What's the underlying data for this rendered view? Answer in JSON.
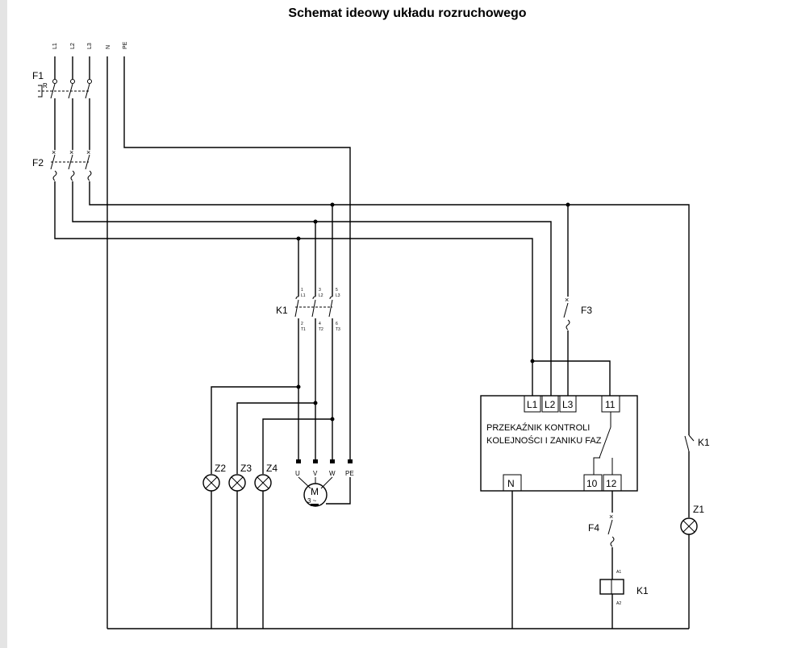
{
  "title": "Schemat ideowy układu rozruchowego",
  "supply_terminals": [
    "L1",
    "L2",
    "L3",
    "N",
    "PE"
  ],
  "components": {
    "F1": "F1",
    "F2": "F2",
    "F3": "F3",
    "F4": "F4",
    "K1_main": "K1",
    "K1_aux": "K1",
    "K1_coil": "K1",
    "Z1": "Z1",
    "Z2": "Z2",
    "Z3": "Z3",
    "Z4": "Z4"
  },
  "contactor_pins": {
    "top": [
      "1",
      "3",
      "5"
    ],
    "top_sub": [
      "L1",
      "L2",
      "L3"
    ],
    "bottom": [
      "2",
      "4",
      "6"
    ],
    "bottom_sub": [
      "T1",
      "T2",
      "T3"
    ]
  },
  "motor": {
    "label": "M",
    "phase": "3 ~",
    "terminals": [
      "U",
      "V",
      "W",
      "PE"
    ]
  },
  "relay": {
    "title_line1": "PRZEKAŹNIK KONTROLI",
    "title_line2": "KOLEJNOŚCI I ZANIKU FAZ",
    "terminals": [
      "L1",
      "L2",
      "L3",
      "11",
      "N",
      "10",
      "12"
    ]
  },
  "coil_pins": [
    "A1",
    "A2"
  ],
  "f1_marker": "R"
}
